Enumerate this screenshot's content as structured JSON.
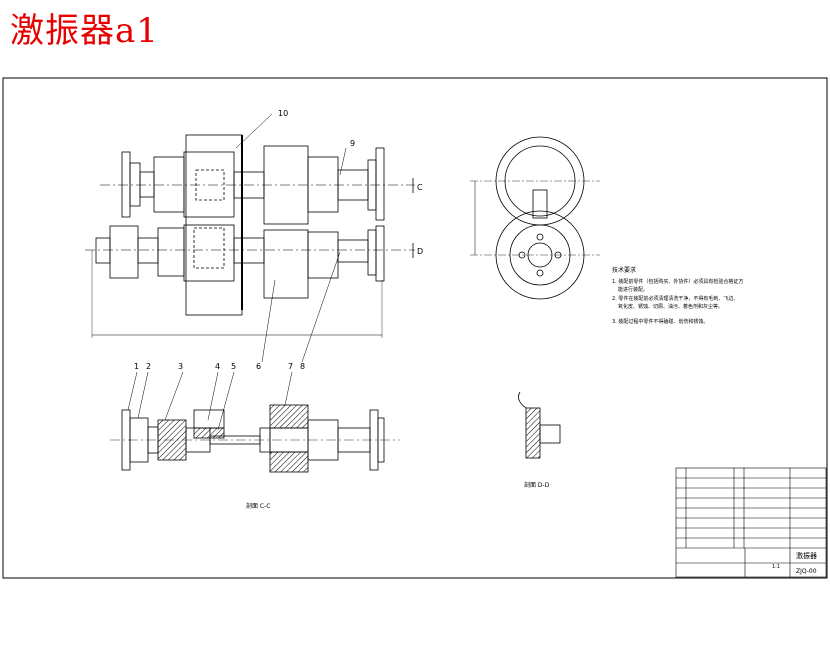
{
  "title": "激振器a1",
  "labels": {
    "callout_10": "10",
    "callout_9": "9",
    "section_c": "C",
    "section_d": "D",
    "callout_1": "1",
    "callout_2": "2",
    "callout_3": "3",
    "callout_4": "4",
    "callout_5": "5",
    "callout_6": "6",
    "callout_7": "7",
    "callout_8": "8",
    "view_cc": "剖面 C-C",
    "view_dd": "剖面 D-D"
  },
  "tech_notes": {
    "heading": "技术要求",
    "line1": "1. 装配前零件（包括购买、外协件）必须具有检验合格证方",
    "line1b": "能进行装配。",
    "line2": "2. 零件在装配前必须清理清洗干净，不得有毛刺、飞边、",
    "line2b": "氧化皮、锈蚀、切屑、油污、着色剂和灰尘等。",
    "line3": "3. 装配过程中零件不得磕碰、划伤和锈蚀。"
  },
  "title_block": {
    "name": "激振器",
    "drawing_no": "ZJQ-00",
    "scale": "1:1"
  }
}
